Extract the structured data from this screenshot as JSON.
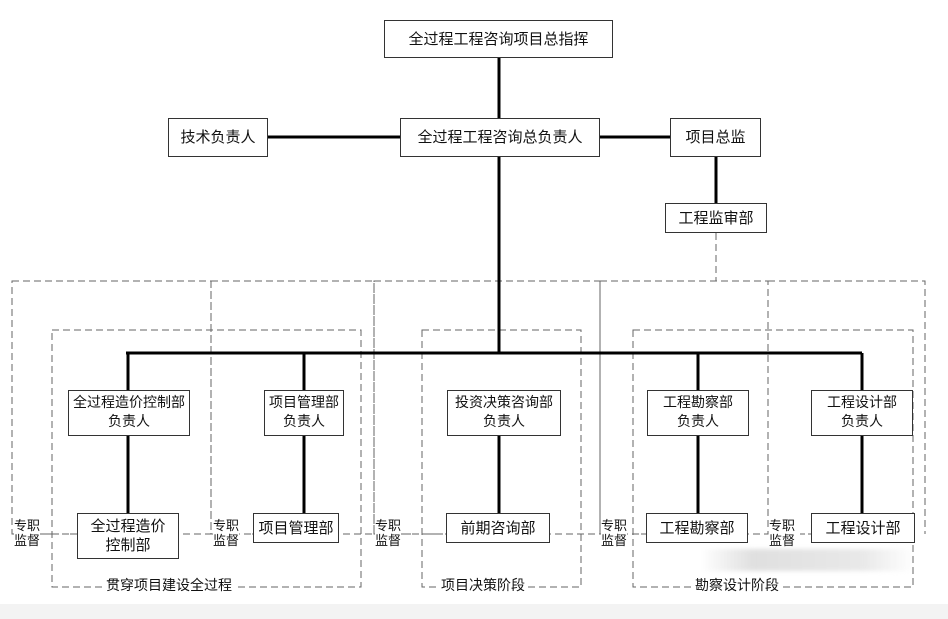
{
  "top": {
    "director": "全过程工程咨询项目总指挥",
    "chief": "全过程工程咨询总负责人",
    "tech_lead": "技术负责人",
    "supervisor": "项目总监",
    "audit_dept": "工程监审部"
  },
  "departments": [
    {
      "line1": "全过程造价控制部",
      "line2": "负责人",
      "sub_line1": "全过程造价",
      "sub_line2": "控制部"
    },
    {
      "line1": "项目管理部",
      "line2": "负责人",
      "sub_line1": "项目管理部",
      "sub_line2": ""
    },
    {
      "line1": "投资决策咨询部",
      "line2": "负责人",
      "sub_line1": "前期咨询部",
      "sub_line2": ""
    },
    {
      "line1": "工程勘察部",
      "line2": "负责人",
      "sub_line1": "工程勘察部",
      "sub_line2": ""
    },
    {
      "line1": "工程设计部",
      "line2": "负责人",
      "sub_line1": "工程设计部",
      "sub_line2": ""
    }
  ],
  "supervision_tag": {
    "line1": "专职",
    "line2": "监督"
  },
  "phases": [
    "贯穿项目建设全过程",
    "项目决策阶段",
    "勘察设计阶段"
  ],
  "colors": {
    "line": "#000000",
    "border": "#333333",
    "dash": "#666666"
  }
}
